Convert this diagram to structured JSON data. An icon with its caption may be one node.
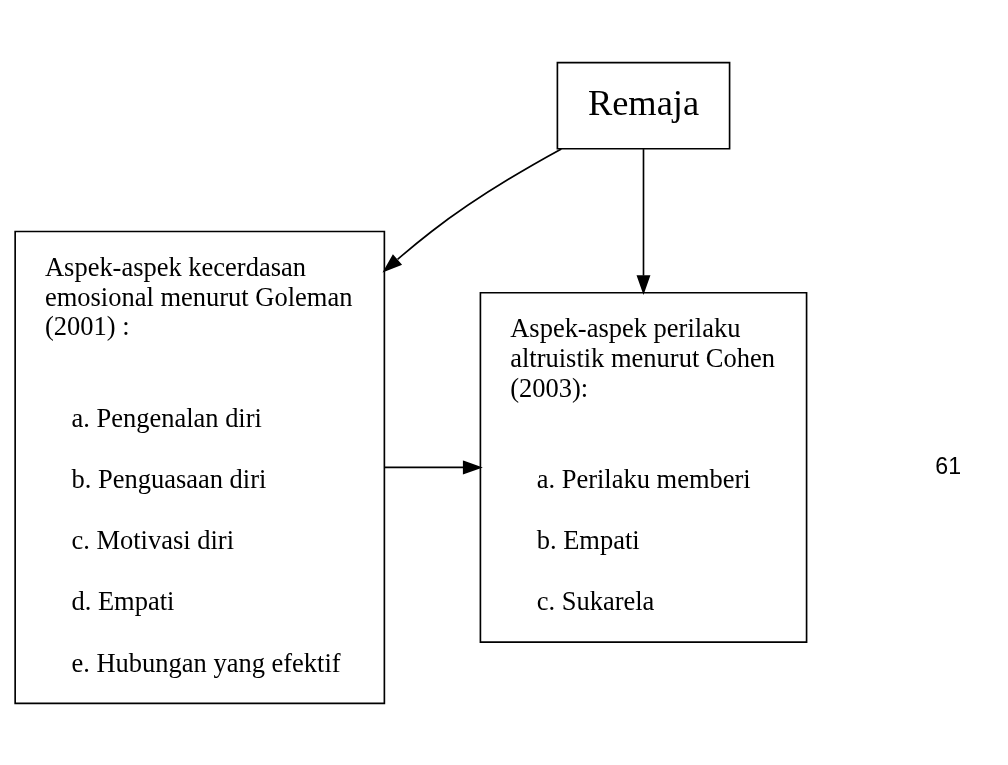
{
  "diagram": {
    "nodes": [
      {
        "text": [
          "Remaja"
        ]
      },
      {
        "text": [
          "Aspek-aspek kecerdasan emosional menurut Goleman (2001) :",
          "a. Pengenalan diri",
          "b. Penguasaan diri",
          "c. Motivasi diri",
          "d. Empati",
          "e. Hubungan yang efektif"
        ]
      },
      {
        "text": [
          "Aspek-aspek perilaku altruistik menurut Cohen (2003):",
          "a. Perilaku memberi",
          "b. Empati",
          "c. Sukarela"
        ]
      }
    ],
    "edges": [
      {
        "from": 0,
        "to": 1,
        "arrow": "to"
      },
      {
        "from": 0,
        "to": 2,
        "arrow": "to"
      },
      {
        "from": 1,
        "to": 2,
        "arrow": "to"
      }
    ],
    "labels": [
      "61"
    ]
  }
}
